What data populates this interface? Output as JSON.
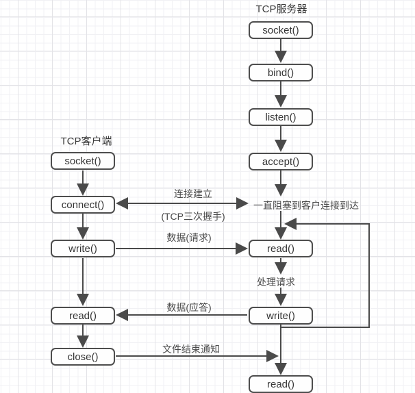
{
  "diagram": {
    "server": {
      "title": "TCP服务器",
      "nodes": [
        "socket()",
        "bind()",
        "listen()",
        "accept()",
        "read()",
        "write()",
        "read()"
      ]
    },
    "client": {
      "title": "TCP客户端",
      "nodes": [
        "socket()",
        "connect()",
        "write()",
        "read()",
        "close()"
      ]
    },
    "labels": {
      "connection_established": "连接建立",
      "three_way_handshake": "(TCP三次握手)",
      "blocked_until_client_arrives": "一直阻塞到客户连接到达",
      "data_request": "数据(请求)",
      "process_request": "处理请求",
      "data_reply": "数据(应答)",
      "eof_notice": "文件结束通知"
    },
    "colors": {
      "stroke": "#4a4a4a",
      "box_border": "#4d4d4d",
      "box_fill": "#fefefe",
      "text": "#363636",
      "grid_minor": "#f1f1f4",
      "grid_major": "#e3e3e7"
    }
  }
}
